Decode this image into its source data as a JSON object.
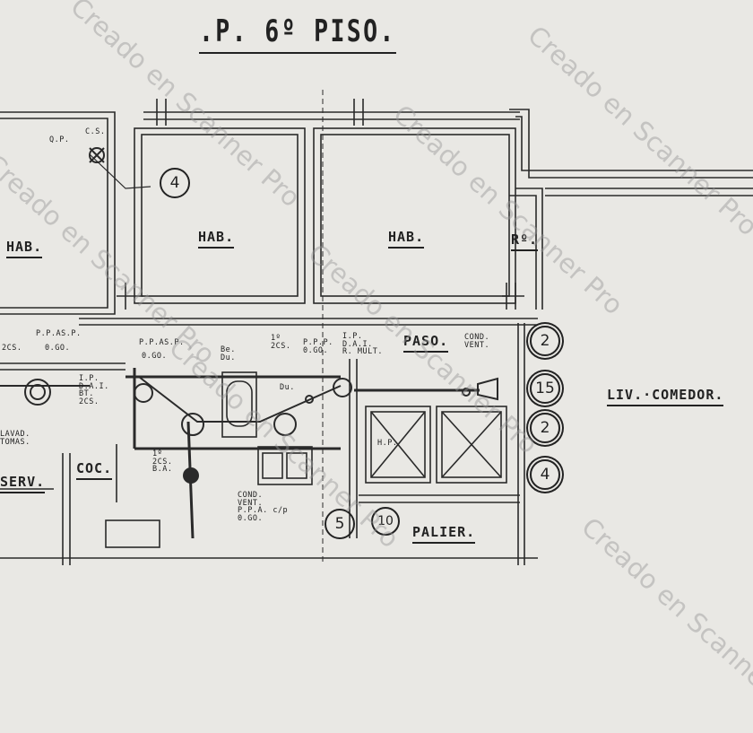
{
  "title": ".P. 6º PISO.",
  "rooms": {
    "hab_left": "HAB.",
    "hab_center": "HAB.",
    "hab_right": "HAB.",
    "ro": "Rº.",
    "paso": "PASO.",
    "liv_comedor": "LIV.·COMEDOR.",
    "coc": "COC.",
    "serv": "SERV.",
    "palier": "PALIER."
  },
  "notes": {
    "qp": "Q.P.",
    "cs": "C.S.",
    "pp_as_p": "P.P.AS.P.",
    "cs2": "2CS.",
    "ogo": "0.GO.",
    "pp_as_p_2": "P.P.AS.P.",
    "pp_ogo": "0.GO.",
    "be_du": "Be.\nDu.",
    "du": "Du.",
    "i_2cs": "1º\n2CS.",
    "ppp": "P.P.P.\n0.GO.",
    "ip_dai": "I.P.\nD.A.I.\nR. MULT.",
    "ip_dai_left": "I.P.\nD.A.I.\nBT.\n2CS.",
    "cond_vent": "COND.\nVENT.",
    "lavad_tomas": "LAVAD.\nTOMAS.",
    "i_2cs_ba": "1º\n2CS.\nB.A.",
    "cond_vent_ppa": "COND.\nVENT.\nP.P.A. c/p\n0.GO.",
    "hp": "H.P."
  },
  "markers": {
    "m4_top": "4",
    "m2_a": "2",
    "m15": "15",
    "m2_b": "2",
    "m4_b": "4",
    "m5": "5",
    "m10": "10"
  },
  "watermark": "Creado en Scanner Pro"
}
